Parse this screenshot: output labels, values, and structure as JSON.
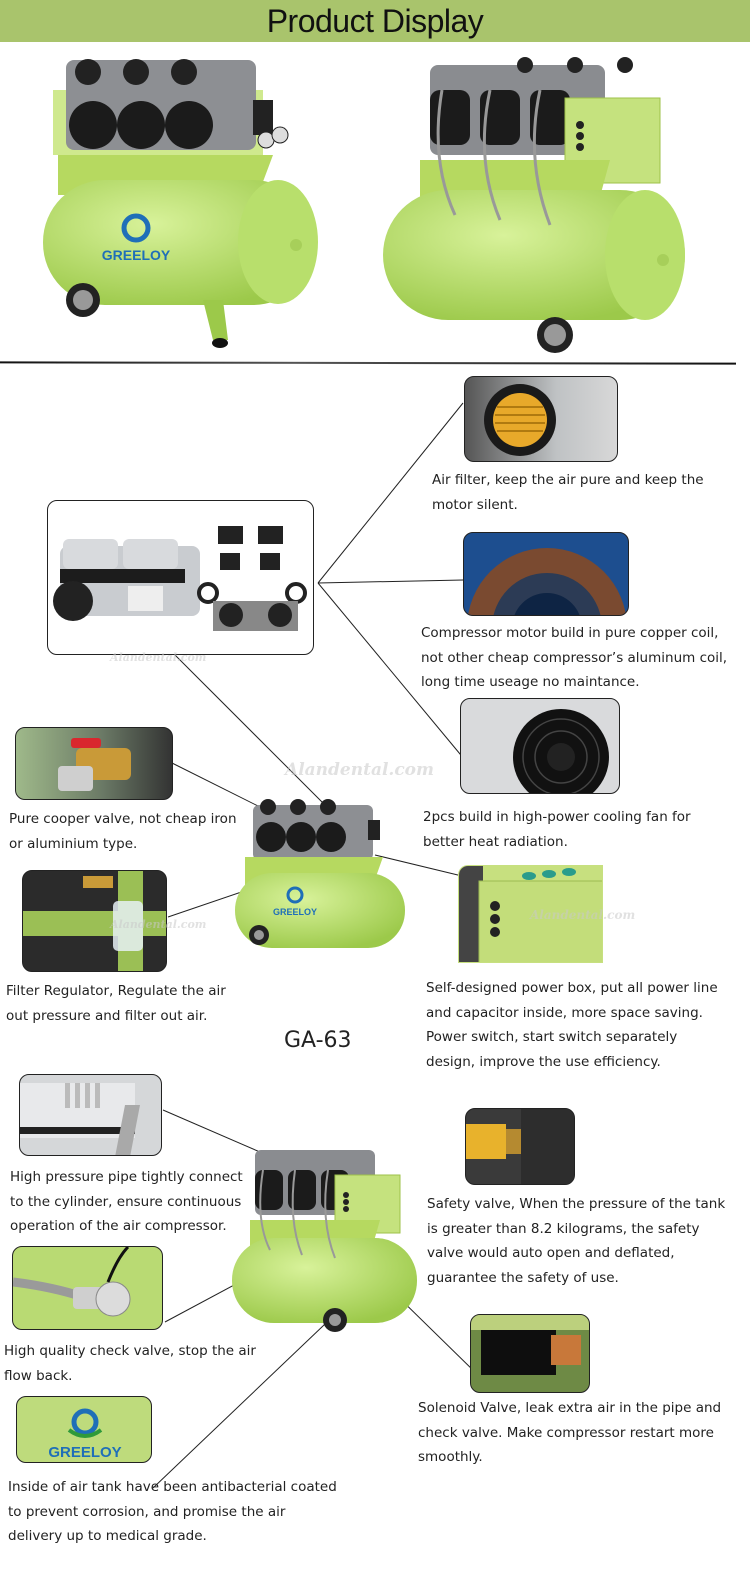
{
  "header": {
    "title": "Product Display"
  },
  "brand": {
    "name": "GREELOY",
    "accent": "#a9c46c",
    "tank_green": "#b9e06a",
    "logo_blue": "#1f6fb8"
  },
  "model": "GA-63",
  "watermark": "Alandental.com",
  "features": [
    {
      "id": "air-filter",
      "text": "Air filter, keep the air pure and keep the motor silent."
    },
    {
      "id": "copper-coil",
      "text": "Compressor motor build in pure copper coil, not other cheap compressor’s aluminum coil, long time useage no maintance."
    },
    {
      "id": "cooling-fan",
      "text": "2pcs build in high-power cooling fan for better heat radiation."
    },
    {
      "id": "copper-valve",
      "text": "Pure cooper valve, not cheap iron or aluminium type."
    },
    {
      "id": "filter-regulator",
      "text": "Filter Regulator, Regulate the air out pressure and filter out air."
    },
    {
      "id": "power-box",
      "text": "Self-designed power box, put all power line and capacitor inside, more space saving. Power switch, start switch separately design, improve the use efficiency."
    },
    {
      "id": "pressure-pipe",
      "text": "High pressure pipe tightly connect to the cylinder, ensure continuous operation of the air compressor."
    },
    {
      "id": "safety-valve",
      "text": "Safety valve, When the pressure of the tank is greater than 8.2 kilograms, the safety valve would auto open and deflated, guarantee the safety of use."
    },
    {
      "id": "check-valve",
      "text": "High quality check valve, stop the air flow back."
    },
    {
      "id": "solenoid-valve",
      "text": "Solenoid Valve, leak extra air in the pipe and check valve. Make compressor restart more smoothly."
    },
    {
      "id": "antibacterial-tank",
      "text": "Inside of air tank have been antibacterial coated to prevent corrosion, and promise the air delivery up to medical grade."
    }
  ]
}
